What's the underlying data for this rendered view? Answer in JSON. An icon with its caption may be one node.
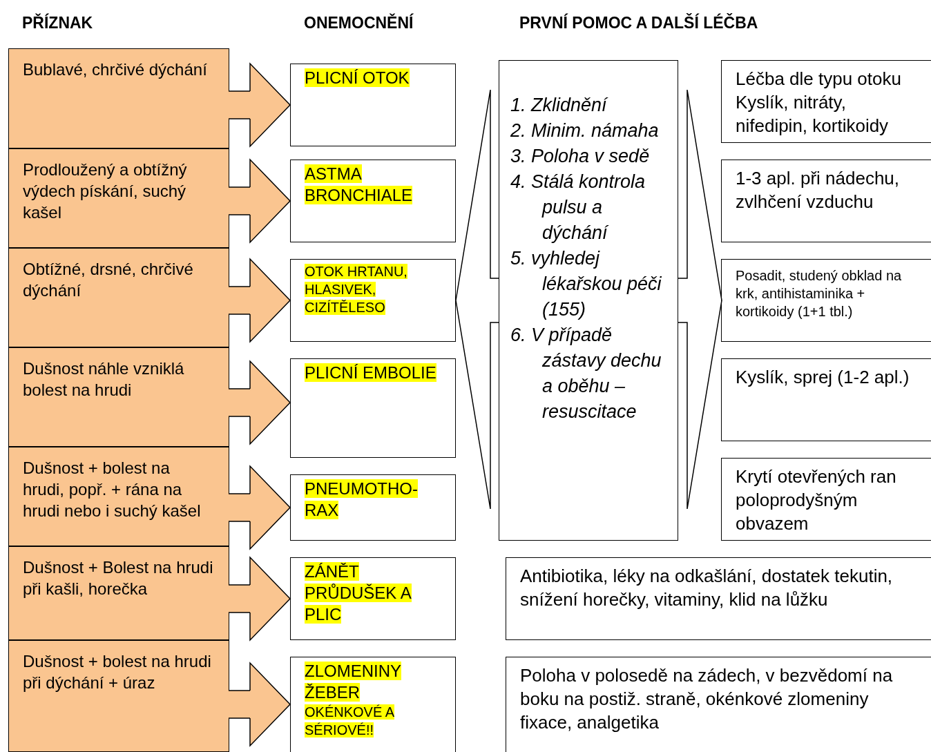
{
  "diagram": {
    "nodes": [
      {
        "text": [
          "Bublavé, chrčivé dýchání"
        ]
      },
      {
        "text": [
          "Prodloužený a obtížný výdech pískání, suchý kašel"
        ]
      },
      {
        "text": [
          "Obtížné, drsné, chrčivé dýchání"
        ]
      },
      {
        "text": [
          "Dušnost náhle vzniklá bolest na hrudi"
        ]
      },
      {
        "text": [
          "Dušnost + bolest na hrudi, popř. + rána na hrudi nebo i suchý kašel"
        ]
      },
      {
        "text": [
          "Dušnost + Bolest na hrudi při kašli, horečka"
        ]
      },
      {
        "text": [
          "Dušnost + bolest na hrudi při dýchání + úraz"
        ]
      },
      {
        "text": [
          "PLICNÍ OTOK"
        ]
      },
      {
        "text": [
          "ASTMA BRONCHIALE"
        ]
      },
      {
        "text": [
          "OTOK HRTANU, HLASIVEK, CIZÍTĚLESO"
        ]
      },
      {
        "text": [
          "PLICNÍ EMBOLIE"
        ]
      },
      {
        "text": [
          "PNEUMOTHO-RAX"
        ]
      },
      {
        "text": [
          "ZÁNĚT PRŮDUŠEK A PLIC"
        ]
      },
      {
        "text": [
          "ZLOMENINY ŽEBER",
          "OKÉNKOVÉ A SÉRIOVÉ!!"
        ]
      },
      {
        "text": [
          "1. Zklidnění",
          "2. Minim. námaha",
          "3. Poloha v sedě",
          "4. Stálá kontrola pulsu a dýchání",
          "5. vyhledej lékařskou péči (155)",
          "6. V případě zástavy dechu a oběhu – resuscitace"
        ]
      },
      {
        "text": [
          "Léčba dle typu otoku",
          "Kyslík, nitráty, nifedipin, kortikoidy"
        ]
      },
      {
        "text": [
          "1-3 apl. při nádechu, zvlhčení vzduchu"
        ]
      },
      {
        "text": [
          "Posadit, studený obklad na krk, antihistaminika + kortikoidy (1+1 tbl.)"
        ]
      },
      {
        "text": [
          "Kyslík, sprej (1-2 apl.)"
        ]
      },
      {
        "text": [
          "Krytí otevřených ran poloprodyšným obvazem"
        ]
      },
      {
        "text": [
          "Antibiotika, léky na odkašlání, dostatek tekutin, snížení horečky, vitaminy, klid na lůžku"
        ]
      },
      {
        "text": [
          "Poloha v polosedě na zádech, v bezvědomí na boku na postiž. straně, okénkové zlomeniny fixace, analgetika"
        ]
      }
    ],
    "edges": [
      {
        "from": 0,
        "to": 7,
        "arrow": "to"
      },
      {
        "from": 1,
        "to": 8,
        "arrow": "to"
      },
      {
        "from": 2,
        "to": 9,
        "arrow": "to"
      },
      {
        "from": 3,
        "to": 10,
        "arrow": "to"
      },
      {
        "from": 4,
        "to": 11,
        "arrow": "to"
      },
      {
        "from": 5,
        "to": 12,
        "arrow": "to"
      },
      {
        "from": 6,
        "to": 13,
        "arrow": "to"
      }
    ],
    "labels": [
      "PŘÍZNAK",
      "ONEMOCNĚNÍ",
      "PRVNÍ POMOC A DALŠÍ LÉČBA"
    ]
  }
}
